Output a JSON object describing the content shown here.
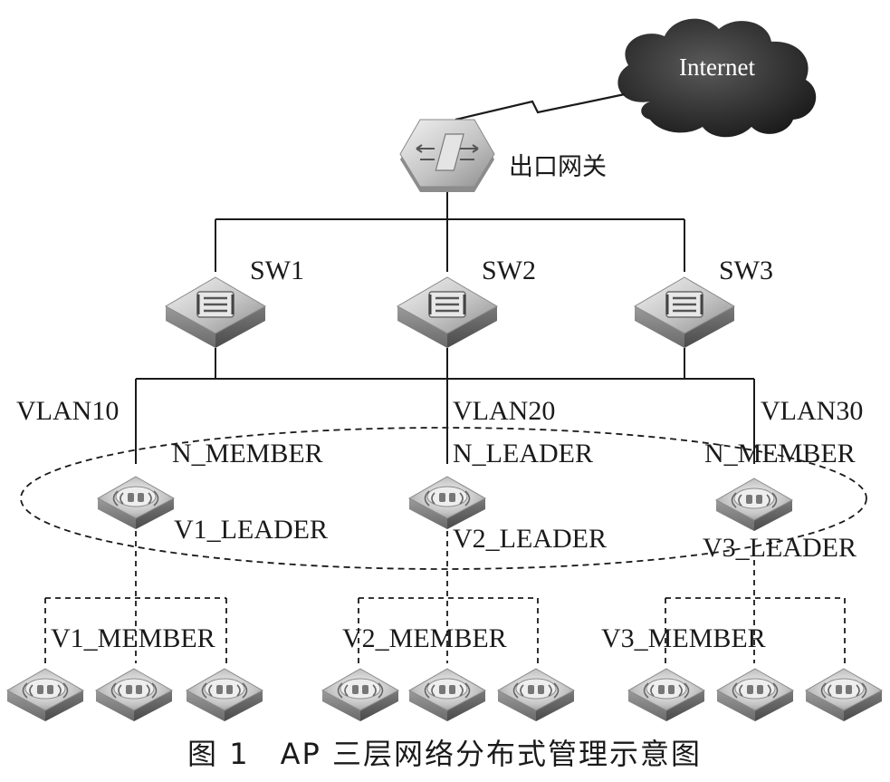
{
  "cloud": {
    "label": "Internet"
  },
  "gateway": {
    "label": "出口网关"
  },
  "switches": [
    {
      "label": "SW1"
    },
    {
      "label": "SW2"
    },
    {
      "label": "SW3"
    }
  ],
  "vlans": [
    {
      "label": "VLAN10",
      "n_role": "N_MEMBER",
      "v_role": "V1_LEADER",
      "members_label": "V1_MEMBER"
    },
    {
      "label": "VLAN20",
      "n_role": "N_LEADER",
      "v_role": "V2_LEADER",
      "members_label": "V2_MEMBER"
    },
    {
      "label": "VLAN30",
      "n_role": "N_MEMBER",
      "v_role": "V3_LEADER",
      "members_label": "V3_MEMBER"
    }
  ],
  "caption": "图 1　AP 三层网络分布式管理示意图"
}
